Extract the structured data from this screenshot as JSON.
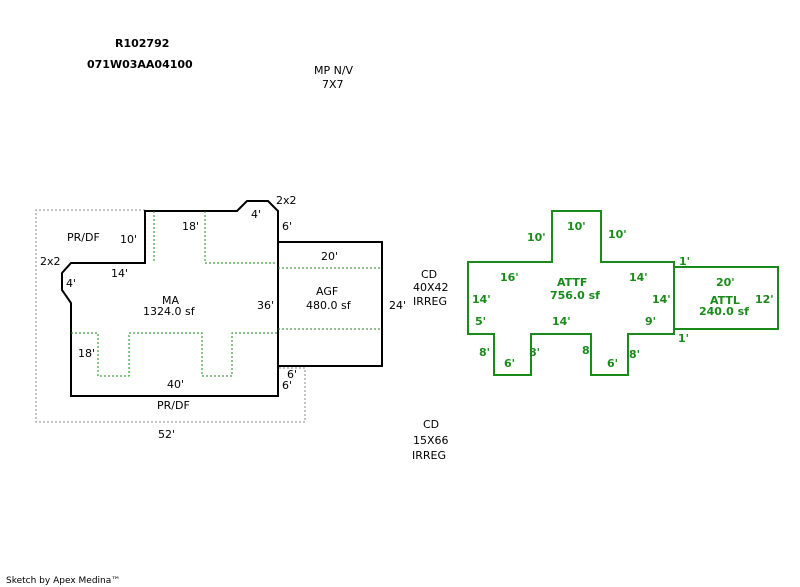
{
  "header": {
    "id": "R102792",
    "parcel": "071W03AA04100"
  },
  "notes": {
    "mp_label": "MP N/V",
    "mp_size": "7X7",
    "cd1_label": "CD",
    "cd1_size": "40X42",
    "cd1_type": "IRREG",
    "cd2_label": "CD",
    "cd2_size": "15X66",
    "cd2_type": "IRREG"
  },
  "main_house": {
    "ma_name": "MA",
    "ma_area": "1324.0 sf",
    "agf_name": "AGF",
    "agf_area": "480.0 sf",
    "pr_df_top": "PR/DF",
    "pr_df_bottom": "PR/DF",
    "dims": {
      "d10": "10'",
      "d18top": "18'",
      "d4top": "4'",
      "d2x2top": "2x2",
      "d6top": "6'",
      "d2x2left": "2x2",
      "d14": "14'",
      "d4left": "4'",
      "d36": "36'",
      "d18bottom": "18'",
      "d40": "40'",
      "d6a": "6'",
      "d6b": "6'",
      "d52": "52'",
      "d20": "20'",
      "d24": "24'"
    }
  },
  "garage": {
    "attf_name": "ATTF",
    "attf_area": "756.0 sf",
    "attl_name": "ATTL",
    "attl_area": "240.0 sf",
    "dims": {
      "g10a": "10'",
      "g10b": "10'",
      "g10c": "10'",
      "g1top": "1'",
      "g16": "16'",
      "g14a": "14'",
      "g20": "20'",
      "g14left": "14'",
      "g14right": "14'",
      "g12": "12'",
      "g5": "5'",
      "g14mid": "14'",
      "g9": "9'",
      "g1bottom": "1'",
      "g8a": "8'",
      "g8b": "8'",
      "g8c": "8'",
      "g8d": "8'",
      "g6a": "6'",
      "g6b": "6'"
    }
  },
  "footer": {
    "credit": "Sketch by Apex Medina™"
  },
  "colors": {
    "green": "#1a8a1a",
    "black": "#000000",
    "gray": "#888888"
  }
}
